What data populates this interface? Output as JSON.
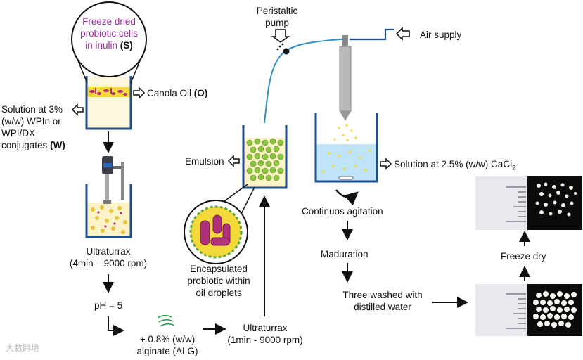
{
  "labels": {
    "freeze_dried_1": "Freeze dried",
    "freeze_dried_2": "probiotic cells",
    "freeze_dried_3": "in inulin",
    "freeze_dried_s": "(S)",
    "canola_oil": "Canola Oil",
    "canola_oil_o": "(O)",
    "solution_1": "Solution at 3%",
    "solution_2": "(w/w) WPIn or",
    "solution_3": "WPI/DX",
    "solution_4": "conjugates",
    "solution_w": "(W)",
    "ultraturrax_1": "Ultraturrax",
    "ultraturrax_1_params": "(4min – 9000 rpm)",
    "ph": "pH = 5",
    "alginate_1": "+ 0.8%  (w/w)",
    "alginate_2": "alginate (ALG)",
    "ultraturrax_2": "Ultraturrax",
    "ultraturrax_2_params": "(1min - 9000 rpm)",
    "encapsulated_1": "Encapsulated",
    "encapsulated_2": "probiotic within",
    "encapsulated_3": "oil droplets",
    "emulsion": "Emulsion",
    "peristaltic_1": "Peristaltic",
    "peristaltic_2": "pump",
    "air_supply": "Air supply",
    "cacl2": "Solution at 2.5% (w/w) CaCl",
    "cacl2_sub": "2",
    "agitation": "Continuos agitation",
    "maduration": "Maduration",
    "washed_1": "Three washed with",
    "washed_2": "distilled water",
    "freeze_dry": "Freeze dry"
  },
  "watermark": "大数跨境",
  "colors": {
    "purple_text": "#9b2d9b",
    "oil_yellow": "#f5d83a",
    "droplet_green": "#8cc63f",
    "cacl2_blue": "#bfe3f7",
    "tube_blue": "#2f8fc7"
  }
}
